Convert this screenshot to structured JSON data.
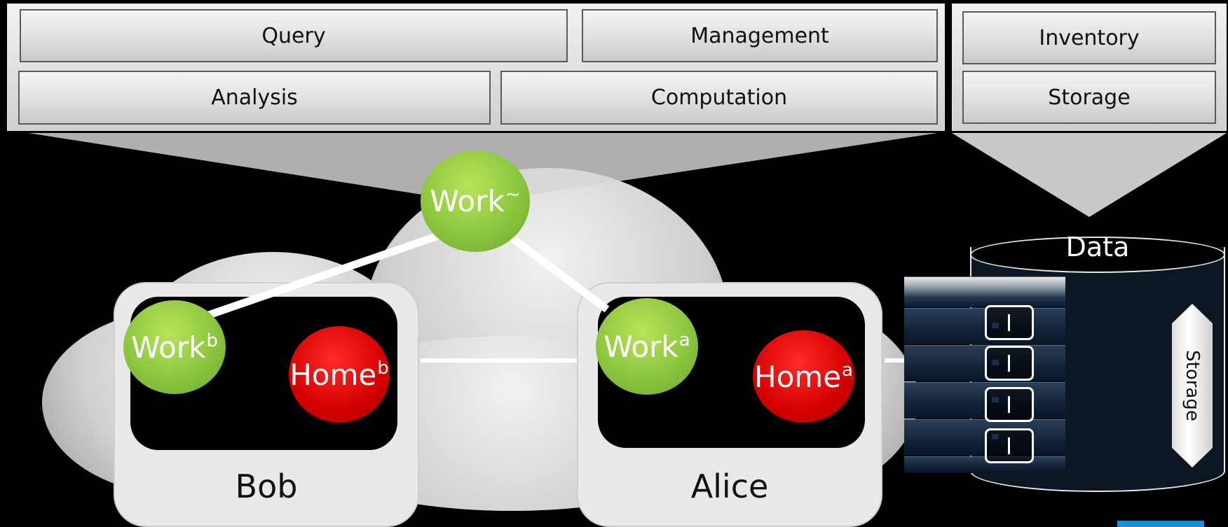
{
  "top_panels": {
    "left": {
      "query": "Query",
      "management": "Management",
      "analysis": "Analysis",
      "computation": "Computation"
    },
    "right": {
      "inventory": "Inventory",
      "storage": "Storage"
    }
  },
  "nodes": {
    "work_cloud": {
      "label": "Work",
      "sup": "~"
    },
    "work_bob": {
      "label": "Work",
      "sup": "b"
    },
    "home_bob": {
      "label": "Home",
      "sup": "b"
    },
    "work_alice": {
      "label": "Work",
      "sup": "a"
    },
    "home_alice": {
      "label": "Home",
      "sup": "a"
    }
  },
  "users": {
    "bob": "Bob",
    "alice": "Alice"
  },
  "data_store": {
    "title": "Data",
    "side_label": "Storage"
  },
  "colors": {
    "work_node": "#8cc63f",
    "home_node": "#d40000",
    "accent_corner": "#1f8dd6"
  }
}
